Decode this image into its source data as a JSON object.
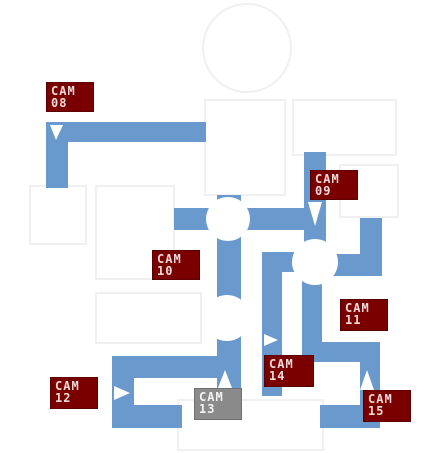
{
  "map": {
    "colors": {
      "hallway": "#6a9acd",
      "room": "#ffffff",
      "camera_button": "#7a0000",
      "camera_button_selected": "#8a8a8a"
    },
    "cameras": [
      {
        "id": "cam08",
        "line1": "CAM",
        "line2": "08",
        "selected": false
      },
      {
        "id": "cam09",
        "line1": "CAM",
        "line2": "09",
        "selected": false
      },
      {
        "id": "cam10",
        "line1": "CAM",
        "line2": "10",
        "selected": false
      },
      {
        "id": "cam11",
        "line1": "CAM",
        "line2": "11",
        "selected": false
      },
      {
        "id": "cam12",
        "line1": "CAM",
        "line2": "12",
        "selected": false
      },
      {
        "id": "cam13",
        "line1": "CAM",
        "line2": "13",
        "selected": true
      },
      {
        "id": "cam14",
        "line1": "CAM",
        "line2": "14",
        "selected": false
      },
      {
        "id": "cam15",
        "line1": "CAM",
        "line2": "15",
        "selected": false
      }
    ]
  }
}
